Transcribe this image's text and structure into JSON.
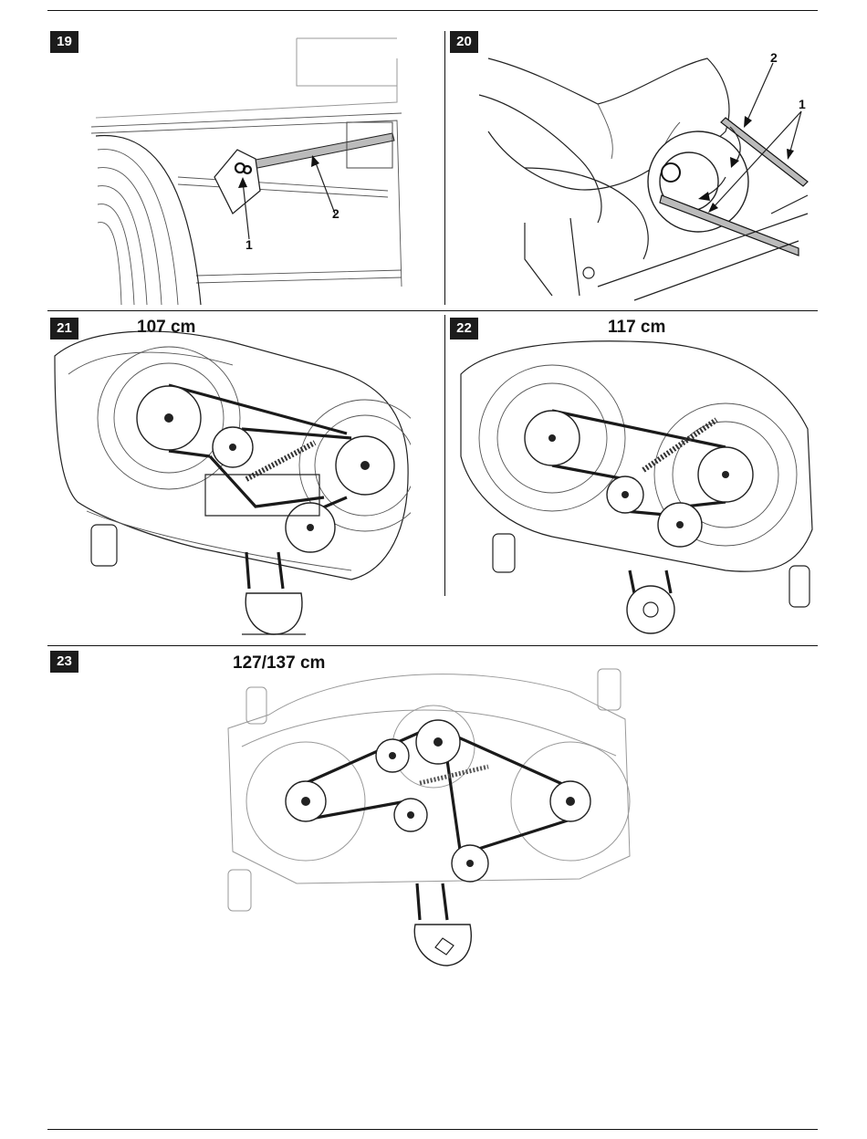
{
  "figures": [
    {
      "number": "19",
      "callouts": [
        "1",
        "2"
      ]
    },
    {
      "number": "20",
      "callouts": [
        "2",
        "1"
      ]
    },
    {
      "number": "21",
      "deck_size": "107 cm"
    },
    {
      "number": "22",
      "deck_size": "117 cm"
    },
    {
      "number": "23",
      "deck_size": "127/137 cm"
    }
  ]
}
